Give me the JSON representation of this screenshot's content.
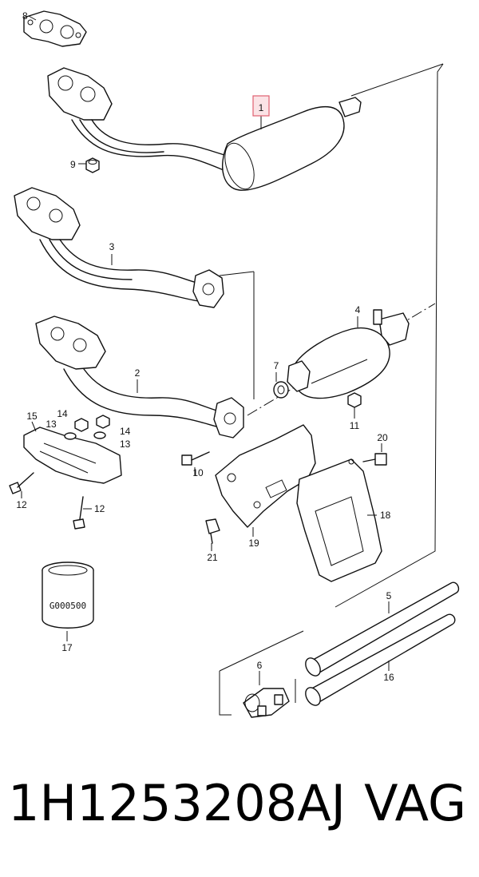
{
  "footer": {
    "part_number": "1H1253208AJ",
    "brand": "VAG"
  },
  "callouts": {
    "c1": "1",
    "c2": "2",
    "c3": "3",
    "c4": "4",
    "c5": "5",
    "c6": "6",
    "c7": "7",
    "c8": "8",
    "c9": "9",
    "c10": "10",
    "c11": "11",
    "c12a": "12",
    "c12b": "12",
    "c13a": "13",
    "c13b": "13",
    "c14a": "14",
    "c14b": "14",
    "c15": "15",
    "c16": "16",
    "c17": "17",
    "c18": "18",
    "c19": "19",
    "c20": "20",
    "c21": "21"
  },
  "drum_label": "G000500",
  "colors": {
    "highlight": "#e06070",
    "highlight_fill": "#fbe3e6",
    "line": "#111111"
  }
}
